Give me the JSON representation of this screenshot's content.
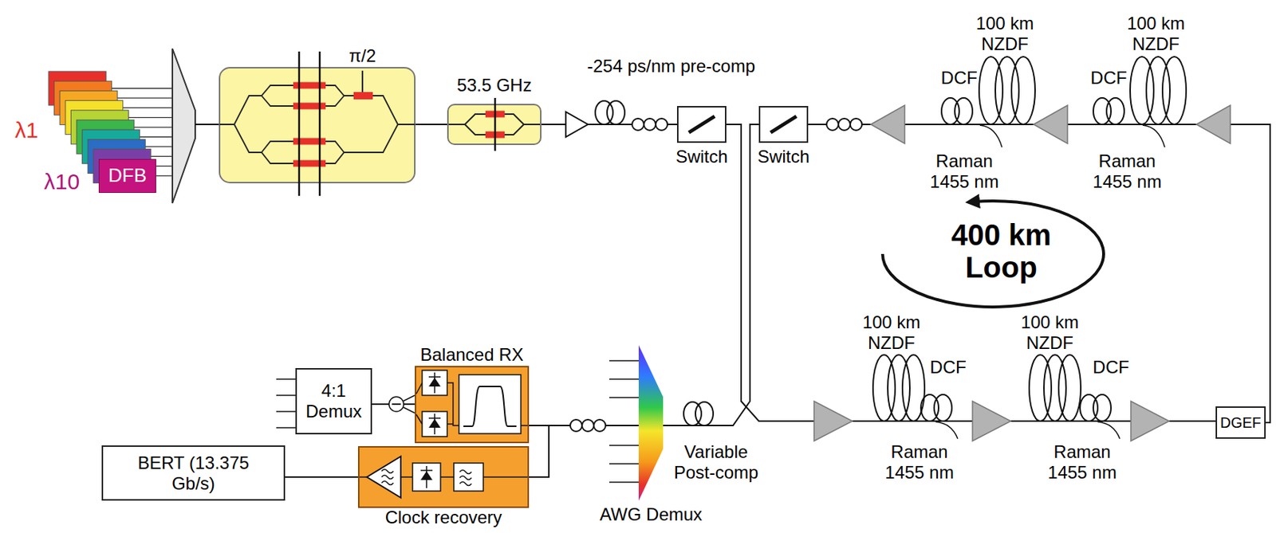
{
  "diagram": {
    "nodes": [
      {
        "text": [
          "DFB"
        ]
      },
      {
        "text": [
          "53.5 GHz"
        ]
      },
      {
        "text": [
          "Switch"
        ]
      },
      {
        "text": [
          "Switch"
        ]
      },
      {
        "text": [
          "DGEF"
        ]
      },
      {
        "text": [
          "AWG Demux"
        ]
      },
      {
        "text": [
          "Balanced RX"
        ]
      },
      {
        "text": [
          "Clock recovery"
        ]
      },
      {
        "text": [
          "4:1 Demux"
        ]
      },
      {
        "text": [
          "BERT (13.375 Gb/s)"
        ]
      }
    ],
    "edges": [
      {
        "from": 1,
        "to": 2,
        "arrow": "none"
      },
      {
        "from": 2,
        "to": 4,
        "arrow": "none"
      },
      {
        "from": 4,
        "to": 3,
        "arrow": "none"
      },
      {
        "from": 3,
        "to": 5,
        "arrow": "none"
      },
      {
        "from": 5,
        "to": 6,
        "arrow": "none"
      },
      {
        "from": 5,
        "to": 7,
        "arrow": "none"
      },
      {
        "from": 6,
        "to": 8,
        "arrow": "none"
      },
      {
        "from": 7,
        "to": 9,
        "arrow": "none"
      }
    ],
    "labels": [
      "λ1",
      "λ10",
      "π/2",
      "-254 ps/nm pre-comp",
      "100 km NZDF",
      "100 km NZDF",
      "DCF",
      "DCF",
      "Raman 1455 nm",
      "Raman 1455 nm",
      "400 km Loop",
      "100 km NZDF",
      "100 km NZDF",
      "DCF",
      "DCF",
      "Raman 1455 nm",
      "Raman 1455 nm",
      "Variable Post-comp"
    ]
  }
}
